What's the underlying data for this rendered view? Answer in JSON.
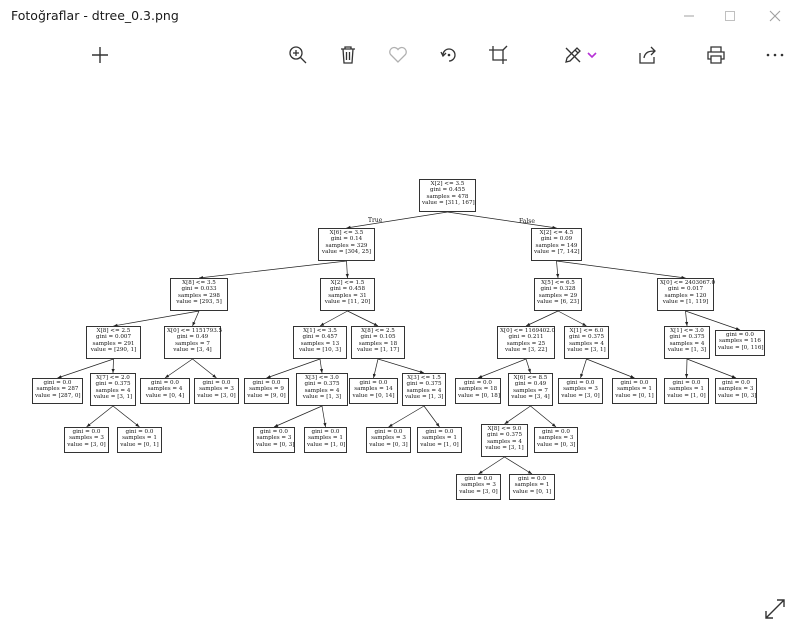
{
  "window": {
    "title": "Fotoğraflar - dtree_0.3.png"
  },
  "toolbar": {
    "items": [
      "photo-app-icon",
      "add-icon",
      "zoom-in-icon",
      "delete-icon",
      "favorite-icon",
      "rotate-icon",
      "crop-icon",
      "edit-icon",
      "share-icon",
      "print-icon",
      "more-icon"
    ],
    "accent_color": "#b632d6"
  },
  "tree": {
    "true_label": "True",
    "false_label": "False",
    "nodes": [
      {
        "id": "n0",
        "lines": [
          "X[2] <= 3.5",
          "gini = 0.455",
          "samples = 478",
          "value = [311, 167]"
        ]
      },
      {
        "id": "n1",
        "lines": [
          "X[6] <= 3.5",
          "gini = 0.14",
          "samples = 329",
          "value = [304, 25]"
        ]
      },
      {
        "id": "n2",
        "lines": [
          "X[2] <= 4.5",
          "gini = 0.09",
          "samples = 149",
          "value = [7, 142]"
        ]
      },
      {
        "id": "n3",
        "lines": [
          "X[8] <= 3.5",
          "gini = 0.033",
          "samples = 298",
          "value = [293, 5]"
        ]
      },
      {
        "id": "n4",
        "lines": [
          "X[2] <= 1.5",
          "gini = 0.458",
          "samples = 31",
          "value = [11, 20]"
        ]
      },
      {
        "id": "n5",
        "lines": [
          "X[5] <= 6.5",
          "gini = 0.328",
          "samples = 29",
          "value = [6, 23]"
        ]
      },
      {
        "id": "n6",
        "lines": [
          "X[0] <= 2403067.0",
          "gini = 0.017",
          "samples = 120",
          "value = [1, 119]"
        ]
      },
      {
        "id": "n7",
        "lines": [
          "X[8] <= 2.5",
          "gini = 0.007",
          "samples = 291",
          "value = [290, 1]"
        ]
      },
      {
        "id": "n8",
        "lines": [
          "X[0] <= 1151793.5",
          "gini = 0.49",
          "samples = 7",
          "value = [3, 4]"
        ]
      },
      {
        "id": "n9",
        "lines": [
          "X[1] <= 3.5",
          "gini = 0.457",
          "samples = 13",
          "value = [10, 3]"
        ]
      },
      {
        "id": "n10",
        "lines": [
          "X[8] <= 2.5",
          "gini = 0.105",
          "samples = 18",
          "value = [1, 17]"
        ]
      },
      {
        "id": "n11",
        "lines": [
          "X[0] <= 1169402.0",
          "gini = 0.211",
          "samples = 25",
          "value = [3, 22]"
        ]
      },
      {
        "id": "n12",
        "lines": [
          "X[1] <= 6.0",
          "gini = 0.375",
          "samples = 4",
          "value = [3, 1]"
        ]
      },
      {
        "id": "n13",
        "lines": [
          "X[1] <= 3.0",
          "gini = 0.375",
          "samples = 4",
          "value = [1, 3]"
        ]
      },
      {
        "id": "n14",
        "lines": [
          "gini = 0.0",
          "samples = 116",
          "value = [0, 116]"
        ]
      },
      {
        "id": "n15",
        "lines": [
          "gini = 0.0",
          "samples = 287",
          "value = [287, 0]"
        ]
      },
      {
        "id": "n16",
        "lines": [
          "X[7] <= 2.0",
          "gini = 0.375",
          "samples = 4",
          "value = [3, 1]"
        ]
      },
      {
        "id": "n17",
        "lines": [
          "gini = 0.0",
          "samples = 4",
          "value = [0, 4]"
        ]
      },
      {
        "id": "n18",
        "lines": [
          "gini = 0.0",
          "samples = 3",
          "value = [3, 0]"
        ]
      },
      {
        "id": "n19",
        "lines": [
          "gini = 0.0",
          "samples = 9",
          "value = [9, 0]"
        ]
      },
      {
        "id": "n20",
        "lines": [
          "X[3] <= 3.0",
          "gini = 0.375",
          "samples = 4",
          "value = [1, 3]"
        ]
      },
      {
        "id": "n21",
        "lines": [
          "gini = 0.0",
          "samples = 14",
          "value = [0, 14]"
        ]
      },
      {
        "id": "n22",
        "lines": [
          "X[3] <= 1.5",
          "gini = 0.375",
          "samples = 4",
          "value = [1, 3]"
        ]
      },
      {
        "id": "n23",
        "lines": [
          "gini = 0.0",
          "samples = 18",
          "value = [0, 18]"
        ]
      },
      {
        "id": "n24",
        "lines": [
          "X[6] <= 8.5",
          "gini = 0.49",
          "samples = 7",
          "value = [3, 4]"
        ]
      },
      {
        "id": "n25",
        "lines": [
          "gini = 0.0",
          "samples = 3",
          "value = [3, 0]"
        ]
      },
      {
        "id": "n26",
        "lines": [
          "gini = 0.0",
          "samples = 1",
          "value = [0, 1]"
        ]
      },
      {
        "id": "n27",
        "lines": [
          "gini = 0.0",
          "samples = 1",
          "value = [1, 0]"
        ]
      },
      {
        "id": "n28",
        "lines": [
          "gini = 0.0",
          "samples = 3",
          "value = [0, 3]"
        ]
      },
      {
        "id": "n29",
        "lines": [
          "gini = 0.0",
          "samples = 3",
          "value = [3, 0]"
        ]
      },
      {
        "id": "n30",
        "lines": [
          "gini = 0.0",
          "samples = 1",
          "value = [0, 1]"
        ]
      },
      {
        "id": "n31",
        "lines": [
          "gini = 0.0",
          "samples = 3",
          "value = [0, 3]"
        ]
      },
      {
        "id": "n32",
        "lines": [
          "gini = 0.0",
          "samples = 1",
          "value = [1, 0]"
        ]
      },
      {
        "id": "n33",
        "lines": [
          "gini = 0.0",
          "samples = 3",
          "value = [0, 3]"
        ]
      },
      {
        "id": "n34",
        "lines": [
          "gini = 0.0",
          "samples = 1",
          "value = [1, 0]"
        ]
      },
      {
        "id": "n35",
        "lines": [
          "X[8] <= 9.0",
          "gini = 0.375",
          "samples = 4",
          "value = [3, 1]"
        ]
      },
      {
        "id": "n36",
        "lines": [
          "gini = 0.0",
          "samples = 3",
          "value = [0, 3]"
        ]
      },
      {
        "id": "n37",
        "lines": [
          "gini = 0.0",
          "samples = 3",
          "value = [3, 0]"
        ]
      },
      {
        "id": "n38",
        "lines": [
          "gini = 0.0",
          "samples = 1",
          "value = [0, 1]"
        ]
      }
    ]
  }
}
